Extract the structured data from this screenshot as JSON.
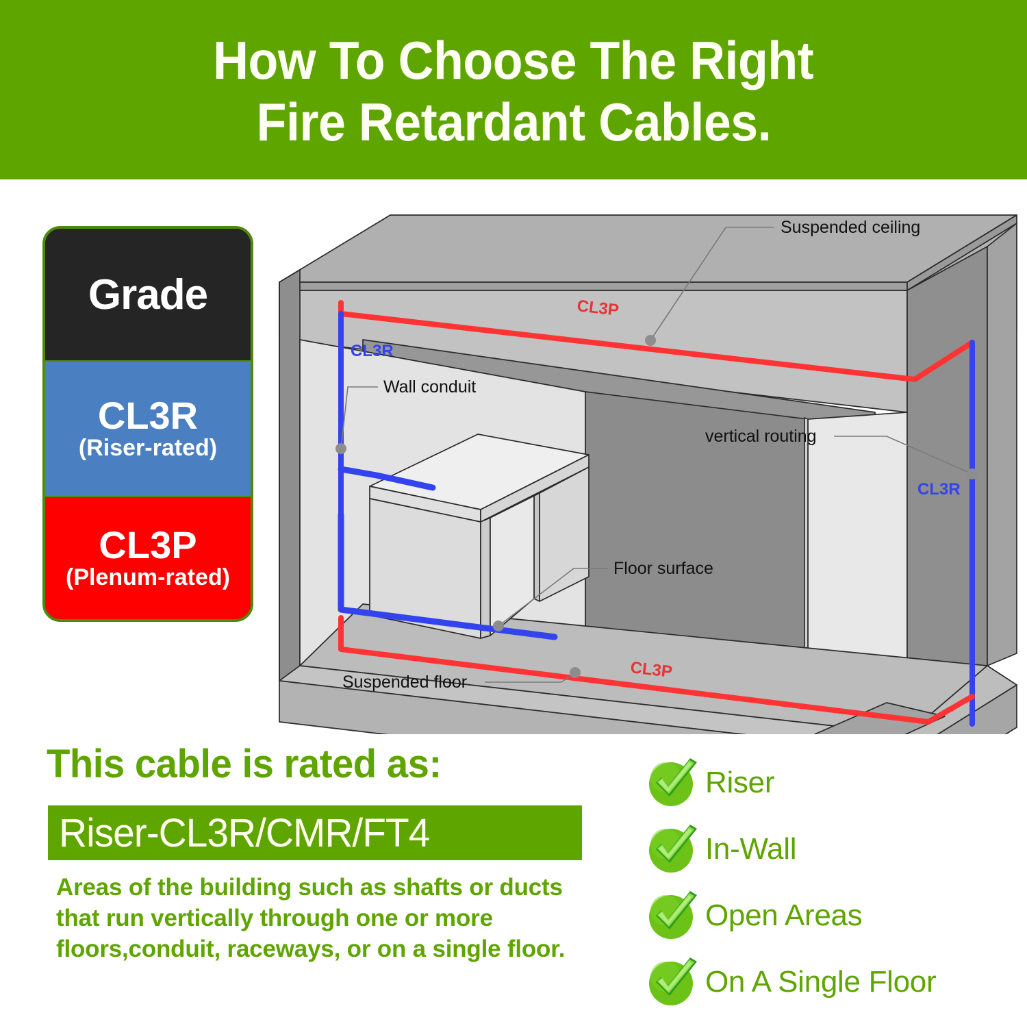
{
  "header": {
    "line1": "How To Choose The Right",
    "line2": "Fire Retardant Cables.",
    "background_color": "#5fa500",
    "text_color": "#fffff4"
  },
  "grade_legend": {
    "title": "Grade",
    "title_bg": "#252525",
    "border_color": "#4e8a0e",
    "rows": [
      {
        "code": "CL3R",
        "subtitle": "(Riser-rated)",
        "color": "#4a7fc1"
      },
      {
        "code": "CL3P",
        "subtitle": "(Plenum-rated)",
        "color": "#ff0000"
      }
    ]
  },
  "diagram": {
    "title": "isometric room cut-away showing cable routing",
    "cable_colors": {
      "plenum": "#ff3333",
      "riser": "#3344ee"
    },
    "cable_labels": [
      {
        "text": "CL3P",
        "location": "ceiling-plenum"
      },
      {
        "text": "CL3R",
        "location": "left-wall-riser"
      },
      {
        "text": "CL3R",
        "location": "right-wall-riser"
      },
      {
        "text": "CL3P",
        "location": "suspended-floor"
      }
    ],
    "callouts": [
      {
        "text": "Suspended ceiling",
        "target": "ceiling plenum cable corner"
      },
      {
        "text": "Wall conduit",
        "target": "left wall riser cable"
      },
      {
        "text": "vertical routing",
        "target": "right wall riser cable"
      },
      {
        "text": "Floor surface",
        "target": "floor riser cable run"
      },
      {
        "text": "Suspended floor",
        "target": "under-floor plenum cable"
      }
    ]
  },
  "rated_section": {
    "heading": "This cable is rated as:",
    "badge": "Riser-CL3R/CMR/FT4",
    "badge_bg": "#5fa500",
    "description": "Areas of the building such as shafts or ducts that run vertically through one or more floors,conduit, raceways, or on a single floor.",
    "text_color": "#5fa500"
  },
  "checklist": {
    "items": [
      {
        "label": "Riser"
      },
      {
        "label": "In-Wall"
      },
      {
        "label": "Open Areas"
      },
      {
        "label": "On A Single Floor"
      }
    ],
    "check_color": "#6cc216"
  }
}
